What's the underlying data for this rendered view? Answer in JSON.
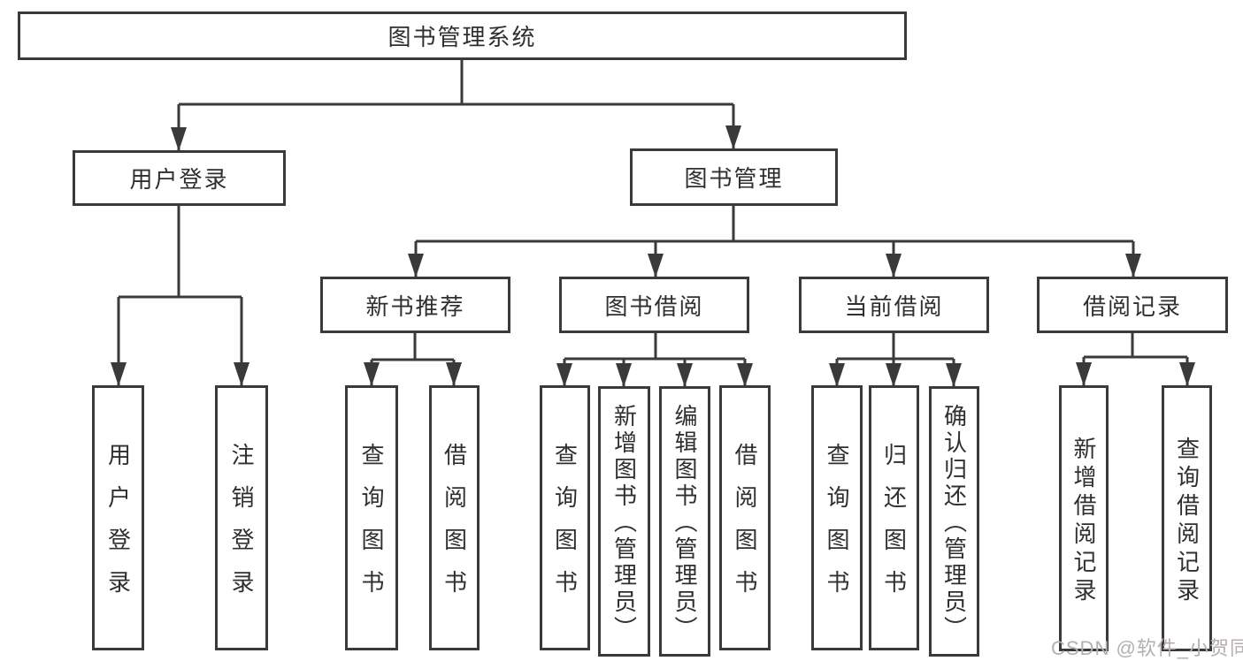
{
  "diagram_title": "图书管理系统",
  "colors": {
    "line": "#3a3a3a",
    "box_border": "#3a3a3a",
    "box_fill": "#ffffff",
    "text": "#2f2f2f",
    "watermark": "#b5afaf",
    "background": "#ffffff"
  },
  "nodes": {
    "root": {
      "label": "图书管理系统"
    },
    "user_login": {
      "label": "用户登录"
    },
    "book_mgmt": {
      "label": "图书管理"
    },
    "new_rec": {
      "label": "新书推荐"
    },
    "book_borrow": {
      "label": "图书借阅"
    },
    "current_borrow": {
      "label": "当前借阅"
    },
    "borrow_record": {
      "label": "借阅记录"
    },
    "leaf_user_login": {
      "label": "用户登录"
    },
    "leaf_logout": {
      "label": "注销登录"
    },
    "leaf_rec_query": {
      "label": "查询图书"
    },
    "leaf_rec_borrow": {
      "label": "借阅图书"
    },
    "leaf_bb_query": {
      "label": "查询图书"
    },
    "leaf_bb_add": {
      "label": "新增图书（管理员）"
    },
    "leaf_bb_edit": {
      "label": "编辑图书（管理员）"
    },
    "leaf_bb_borrow": {
      "label": "借阅图书"
    },
    "leaf_cb_query": {
      "label": "查询图书"
    },
    "leaf_cb_return": {
      "label": "归还图书"
    },
    "leaf_cb_confirm": {
      "label": "确认归还（管理员）"
    },
    "leaf_br_add": {
      "label": "新增借阅记录"
    },
    "leaf_br_query": {
      "label": "查询借阅记录"
    }
  },
  "hierarchy": {
    "图书管理系统": {
      "用户登录": [
        "用户登录",
        "注销登录"
      ],
      "图书管理": {
        "新书推荐": [
          "查询图书",
          "借阅图书"
        ],
        "图书借阅": [
          "查询图书",
          "新增图书（管理员）",
          "编辑图书（管理员）",
          "借阅图书"
        ],
        "当前借阅": [
          "查询图书",
          "归还图书",
          "确认归还（管理员）"
        ],
        "借阅记录": [
          "新增借阅记录",
          "查询借阅记录"
        ]
      }
    }
  },
  "watermark": {
    "text": "CSDN @软件_小贺同学"
  }
}
